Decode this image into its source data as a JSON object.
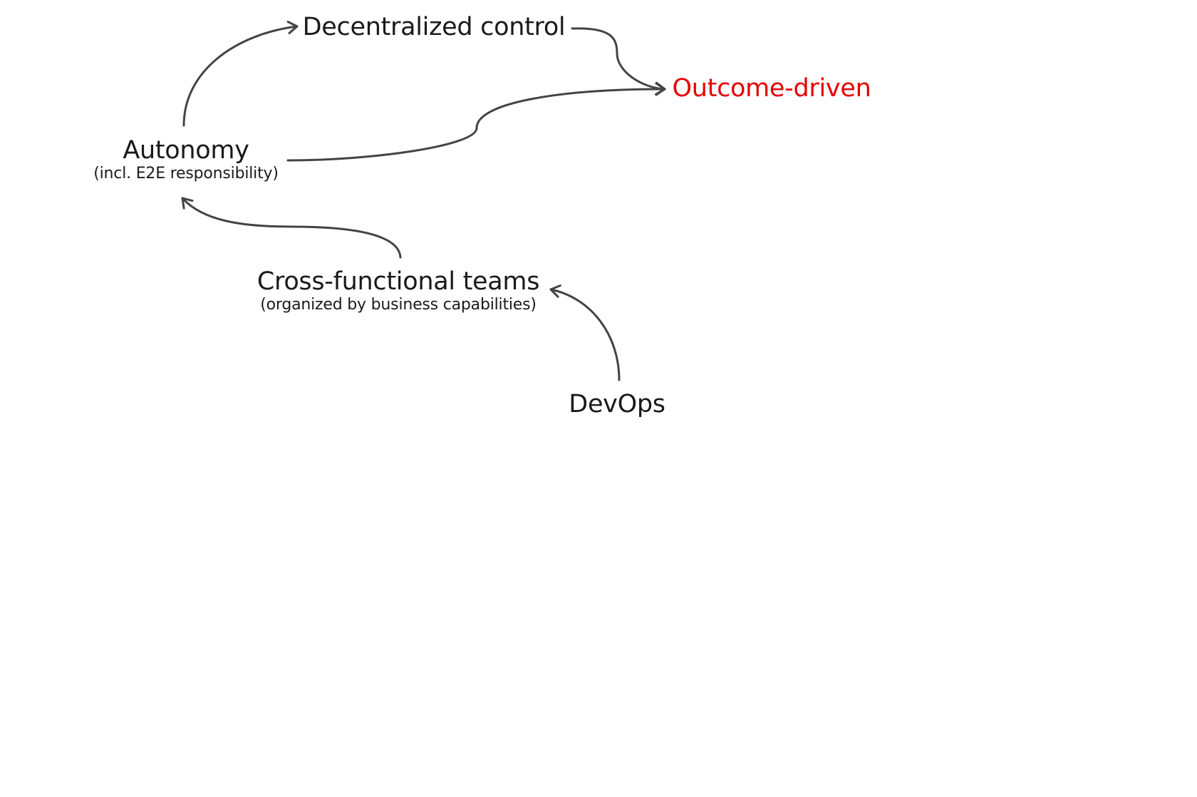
{
  "colors": {
    "text": "#1a1a1a",
    "highlight": "#e60000",
    "connector": "#444444"
  },
  "nodes": {
    "decentralized_control": {
      "title": "Decentralized control"
    },
    "outcome_driven": {
      "title": "Outcome-driven",
      "highlighted": true
    },
    "autonomy": {
      "title": "Autonomy",
      "subtitle": "(incl. E2E responsibility)"
    },
    "cross_functional_teams": {
      "title": "Cross-functional teams",
      "subtitle": "(organized by business capabilities)"
    },
    "devops": {
      "title": "DevOps"
    }
  },
  "edges": [
    {
      "from": "autonomy",
      "to": "decentralized_control"
    },
    {
      "from": "decentralized_control",
      "to": "outcome_driven"
    },
    {
      "from": "autonomy",
      "to": "outcome_driven"
    },
    {
      "from": "cross_functional_teams",
      "to": "autonomy"
    },
    {
      "from": "devops",
      "to": "cross_functional_teams"
    }
  ]
}
